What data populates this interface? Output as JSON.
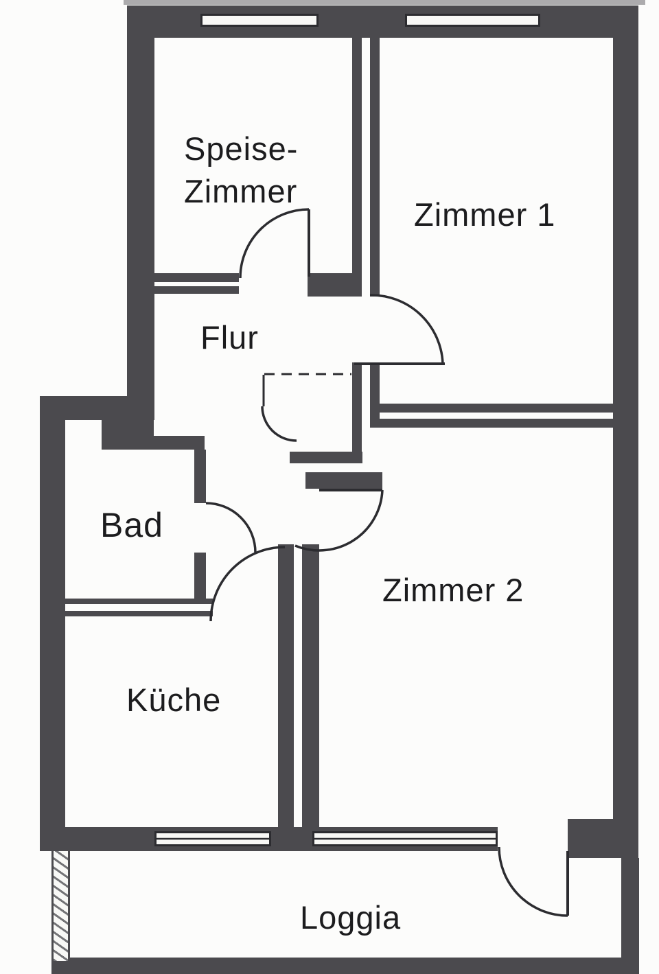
{
  "colors": {
    "paper": "#fcfcfb",
    "wall": "#4b4a4e",
    "line": "#2c2c30",
    "text": "#1c1c1e",
    "win": "#f8f8f6"
  },
  "rooms": [
    {
      "id": "speise-zimmer",
      "label_line1": "Speise-",
      "label_line2": "Zimmer"
    },
    {
      "id": "zimmer-1",
      "label": "Zimmer 1"
    },
    {
      "id": "flur",
      "label": "Flur"
    },
    {
      "id": "bad",
      "label": "Bad"
    },
    {
      "id": "kueche",
      "label": "Küche"
    },
    {
      "id": "zimmer-2",
      "label": "Zimmer 2"
    },
    {
      "id": "loggia",
      "label": "Loggia"
    }
  ]
}
